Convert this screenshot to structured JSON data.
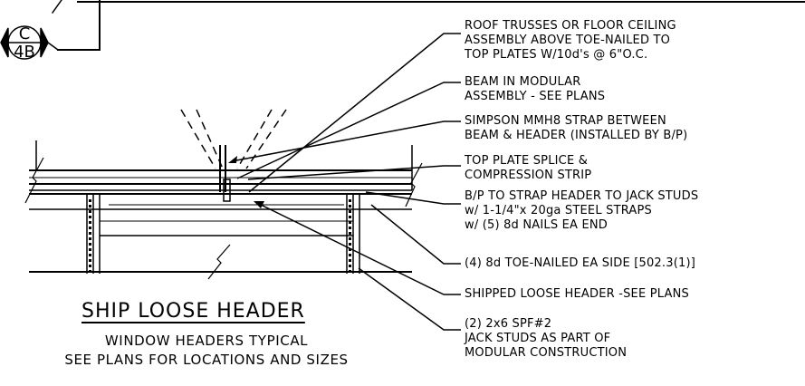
{
  "section_tag": {
    "letter": "C",
    "sheet": "4B"
  },
  "title": "SHIP LOOSE HEADER",
  "subtitle_lines": [
    "WINDOW HEADERS TYPICAL",
    "SEE PLANS FOR LOCATIONS AND SIZES"
  ],
  "notes": {
    "roof_trusses": [
      "ROOF TRUSSES OR FLOOR CEILING",
      "ASSEMBLY ABOVE TOE-NAILED TO",
      "TOP PLATES W/10d's @ 6\"O.C."
    ],
    "beam": [
      "BEAM IN MODULAR",
      "ASSEMBLY - SEE PLANS"
    ],
    "simpson": [
      "SIMPSON MMH8 STRAP BETWEEN",
      "BEAM & HEADER (INSTALLED BY B/P)"
    ],
    "top_plate": [
      "TOP PLATE SPLICE &",
      "COMPRESSION STRIP"
    ],
    "bp_strap": [
      "B/P TO STRAP HEADER TO JACK STUDS",
      "w/ 1-1/4\"x 20ga STEEL STRAPS",
      "w/ (5) 8d NAILS EA END"
    ],
    "toe_nailed": [
      "(4) 8d TOE-NAILED EA SIDE [502.3(1)]"
    ],
    "shipped_header": [
      "SHIPPED LOOSE HEADER -SEE PLANS"
    ],
    "jack_studs": [
      "(2) 2x6 SPF#2",
      "JACK STUDS AS PART OF",
      "MODULAR CONSTRUCTION"
    ]
  }
}
